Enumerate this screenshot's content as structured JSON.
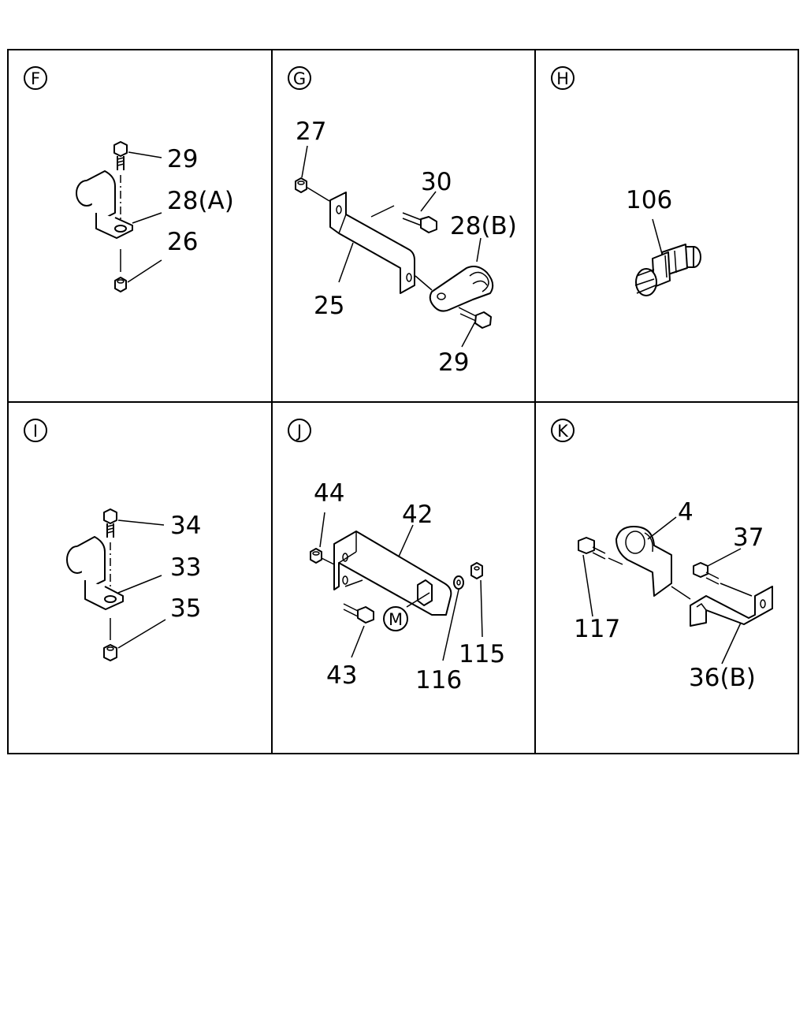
{
  "panels": [
    {
      "id": "F",
      "label": "F",
      "callouts": [
        "29",
        "28(A)",
        "26"
      ]
    },
    {
      "id": "G",
      "label": "G",
      "callouts": [
        "27",
        "30",
        "28(B)",
        "25",
        "29"
      ]
    },
    {
      "id": "H",
      "label": "H",
      "callouts": [
        "106"
      ]
    },
    {
      "id": "I",
      "label": "I",
      "callouts": [
        "34",
        "33",
        "35"
      ]
    },
    {
      "id": "J",
      "label": "J",
      "callouts": [
        "44",
        "42",
        "115",
        "116",
        "43"
      ],
      "marker": "M"
    },
    {
      "id": "K",
      "label": "K",
      "callouts": [
        "4",
        "37",
        "117",
        "36(B)"
      ]
    }
  ]
}
